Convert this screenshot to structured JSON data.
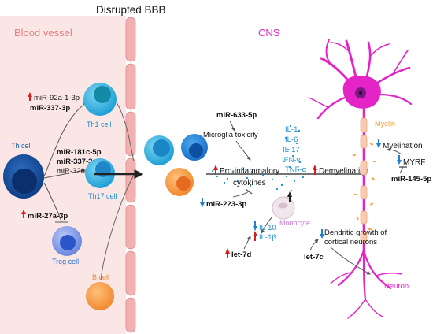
{
  "colors": {
    "blood_vessel_bg": "#fbe6e6",
    "blood_vessel_label": "#e58080",
    "bbb_cell": "#f3b0b0",
    "cns_label": "#e524c8",
    "neuron": "#e524c8",
    "myelin_label": "#f0a030",
    "arrow_up": "#d61f1f",
    "arrow_down": "#1f7fd0",
    "cytokine_text": "#1a8fd0",
    "monocyte_label": "#c878d8",
    "treg_label": "#2a6fd0",
    "th_label": "#1c5fb0",
    "bcell_label": "#f08a30"
  },
  "labels": {
    "title": "Disrupted BBB",
    "blood_vessel": "Blood vessel",
    "cns": "CNS",
    "th_cell": "Th cell",
    "th1_cell": "Th1 cell",
    "th17_cell": "Th17 cell",
    "treg_cell": "Treg cell",
    "b_cell": "B cell",
    "mir_92a": "miR-92a-1-3p",
    "mir_337_a": "miR-337-3p",
    "mir_181c": "miR-181c-5p",
    "mir_337_b": "miR-337-3p",
    "mir_326": "miR-326-5p",
    "mir_27a": "miR-27a-3p",
    "mir_633": "miR-633-5p",
    "microglia": "Microglia toxicity",
    "proinflam_1": "Pro-inflammatory",
    "proinflam_2": "cytokines",
    "mir_223": "miR-223-3p",
    "il1": "IL-1",
    "il6": "IL-6",
    "il17": "IL-17",
    "ifn": "IFN-γ",
    "tnf": "TNF-α",
    "monocyte": "Monocyte",
    "il10": "IL-10",
    "il1b": "IL-1β",
    "let7d": "let-7d",
    "demyelination": "Demyelination",
    "myelin": "Myelin",
    "myelination": "Myelination",
    "myrf": "MYRF",
    "mir_145": "miR-145-5p",
    "dendritic_1": "Dendritic growth of",
    "dendritic_2": "cortical neurons",
    "let7c": "let-7c",
    "neuron": "Neuron"
  }
}
